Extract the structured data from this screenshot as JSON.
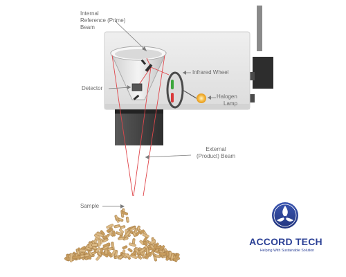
{
  "labels": {
    "internal_reference_line1": "Internal",
    "internal_reference_line2": "Reference (Prime)",
    "internal_reference_line3": "Beam",
    "infrared_wheel": "Infrared Wheel",
    "detector": "Detector",
    "halogen_line1": "Halogen",
    "halogen_line2": "Lamp",
    "external_line1": "External",
    "external_line2": "(Product) Beam",
    "sample": "Sample"
  },
  "logo": {
    "name_part1": "ACCORD",
    "name_part2": "TECH",
    "tagline": "Helping With Sustainable Solution"
  },
  "colors": {
    "instrument_body": "#e7e7e7",
    "dark_parts": "#3b3b3b",
    "beam": "#e0464b",
    "brand_blue": "#2c4196",
    "lamp": "#f5b942",
    "wheel_green": "#3ca63c",
    "wheel_red": "#d9383a",
    "pellet": "#d6b27c"
  },
  "icons": [
    "accord-tech-logo-icon",
    "halogen-lamp-icon",
    "infrared-wheel-icon",
    "detector-icon",
    "mirror-icon"
  ]
}
